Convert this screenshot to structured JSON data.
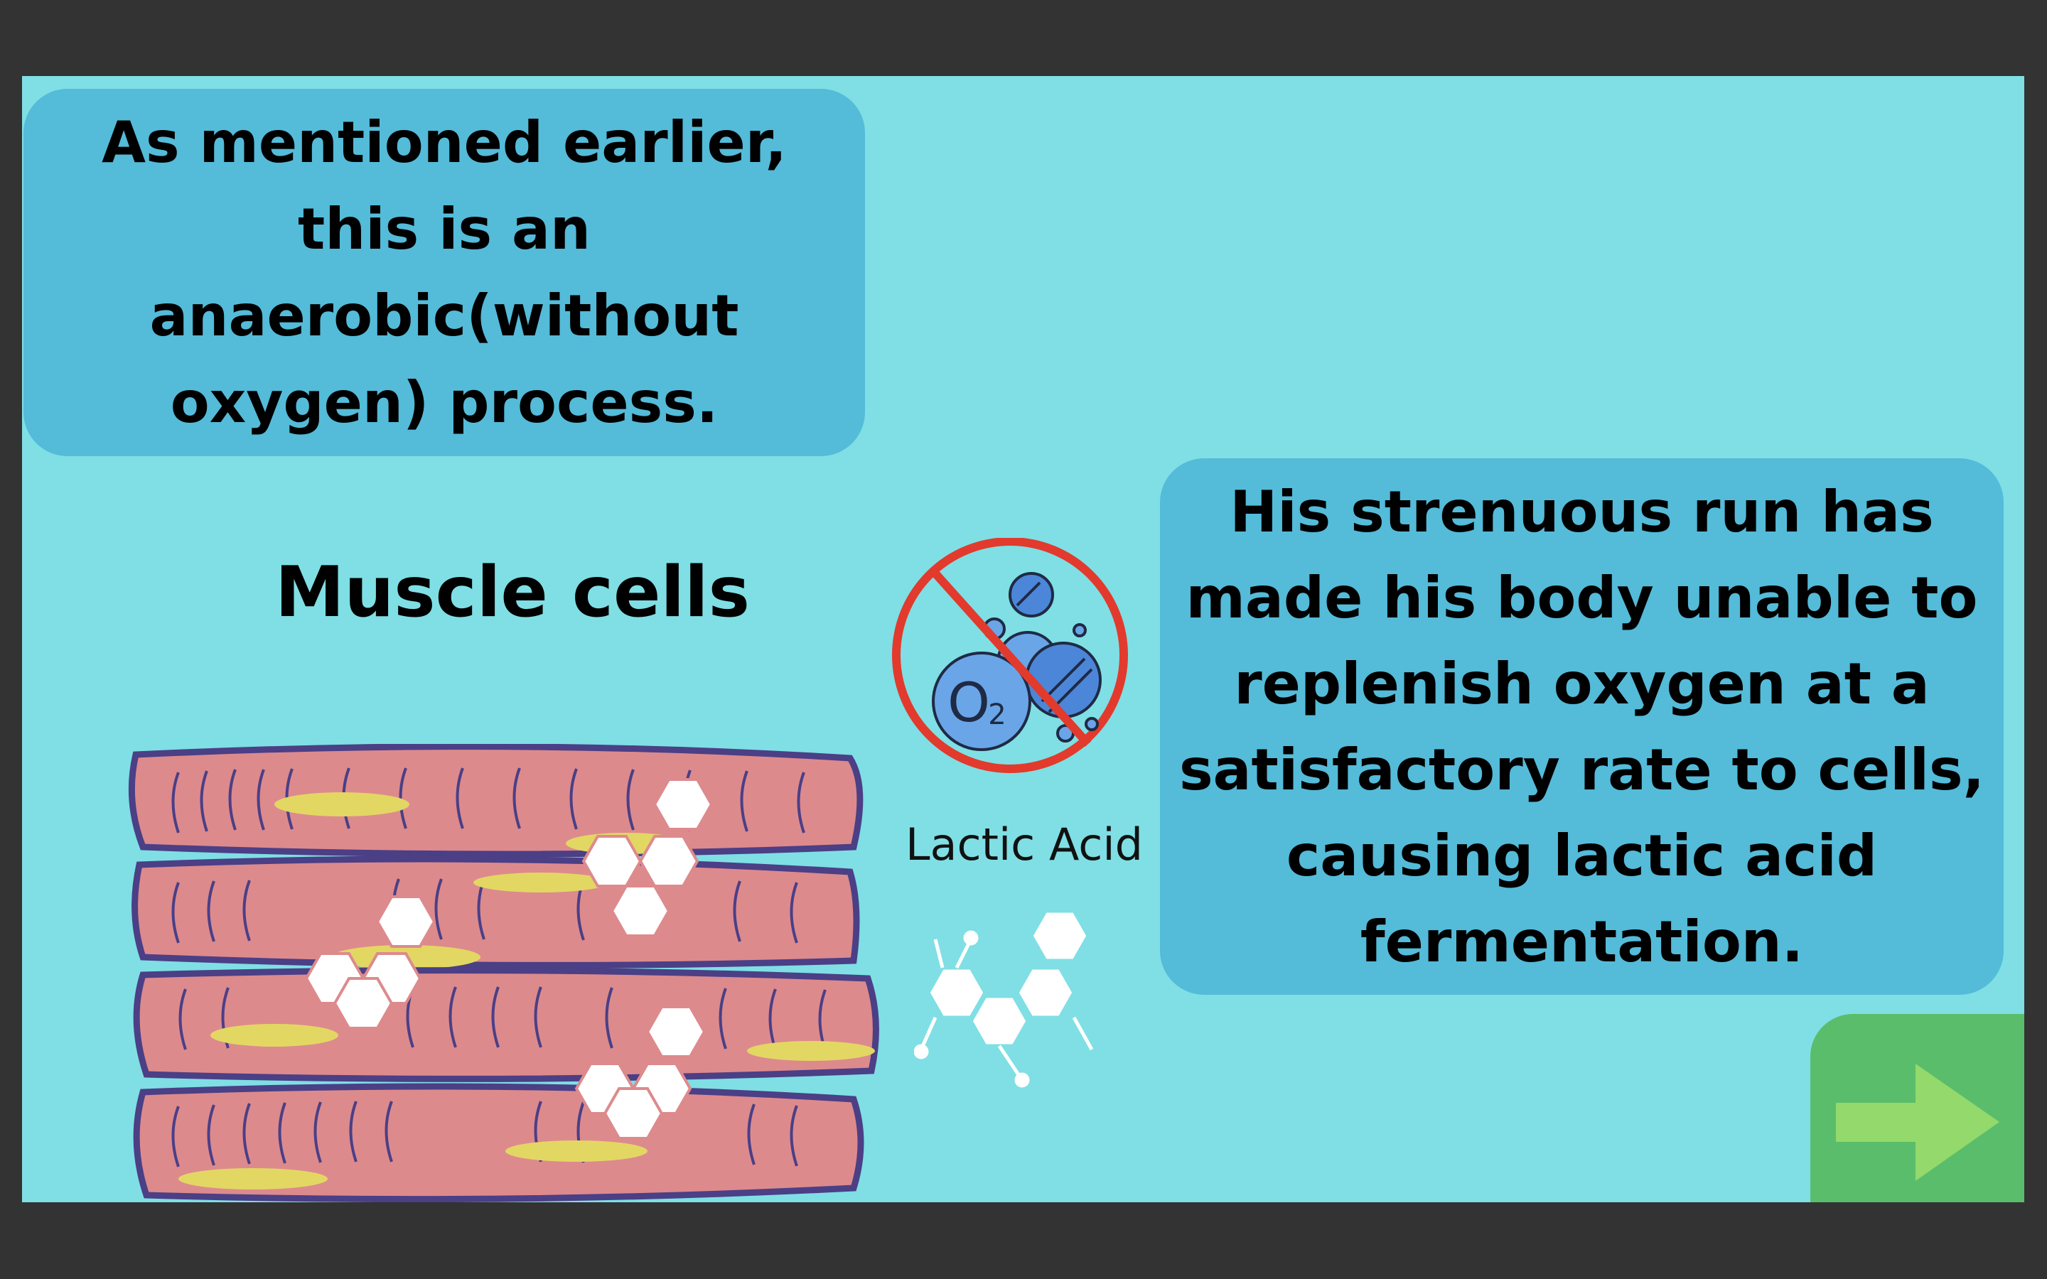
{
  "callouts": {
    "top": "As mentioned earlier, this is an anaerobic(without oxygen) process.",
    "right": "His strenuous run has made his body unable to replenish oxygen at a satisfactory rate to cells, causing lactic acid fermentation."
  },
  "labels": {
    "muscle_cells": "Muscle cells",
    "lactic_acid": "Lactic Acid",
    "oxygen_symbol": "O",
    "oxygen_subscript": "2"
  },
  "icons": {
    "no_oxygen": "no-oxygen-icon",
    "molecule": "molecule-icon",
    "next": "arrow-right-icon"
  },
  "colors": {
    "slide_background": "#7fdfe4",
    "callout": "#54bbd9",
    "muscle_fiber": "#dd8a8d",
    "muscle_outline": "#4b3f86",
    "nucleus": "#e3d763",
    "prohibition": "#e23a2d",
    "bubble": "#6aa5e8",
    "next_button": "#5abd6b",
    "next_arrow": "#93d96b"
  }
}
